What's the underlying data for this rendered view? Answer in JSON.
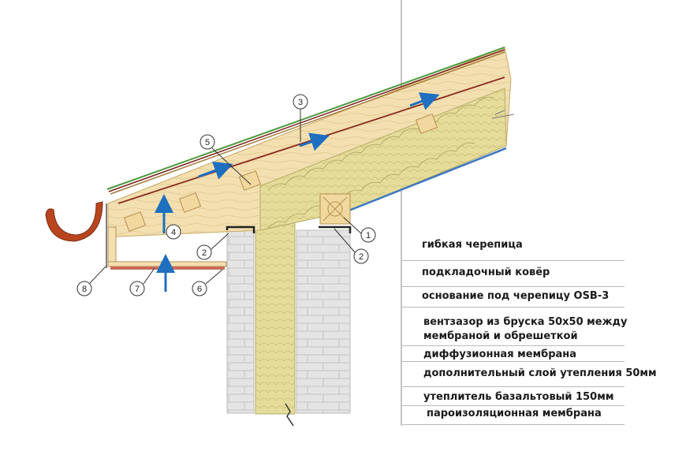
{
  "legend": {
    "items": [
      {
        "label": "гибкая черепица"
      },
      {
        "label": "подкладочный ковёр"
      },
      {
        "label": "основание под черепицу OSB-3"
      },
      {
        "label": "вентзазор из бруска 50х50 между"
      },
      {
        "label": "мембраной и обрешеткой"
      },
      {
        "label": "диффузионная мембрана"
      },
      {
        "label": "дополнительный слой утепления 50мм"
      },
      {
        "label": "утеплитель базальтовый  150мм"
      },
      {
        "label": "пароизоляционная мембрана"
      }
    ]
  },
  "callouts": [
    "1",
    "2",
    "2",
    "3",
    "4",
    "5",
    "6",
    "7",
    "8"
  ],
  "colors": {
    "wood": "#f3dfb0",
    "insulation": "#e8e3a6",
    "shingle_green": "#4a9a3c",
    "membrane_red": "#8a2a1e",
    "vapor_blue": "#3d78c0",
    "arrow_blue": "#1e6fc0",
    "gutter": "#b8451e",
    "brick": "#e0e0e0"
  }
}
